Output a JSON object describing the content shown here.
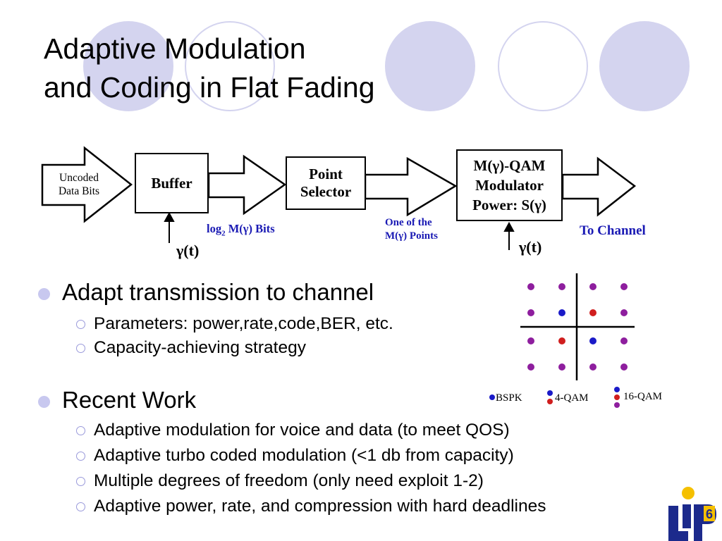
{
  "slide": {
    "title_line1": "Adaptive Modulation",
    "title_line2": "and Coding in Flat Fading"
  },
  "diagram": {
    "input_label_1": "Uncoded",
    "input_label_2": "Data Bits",
    "buffer": "Buffer",
    "selector_line1": "Point",
    "selector_line2": "Selector",
    "modulator_line1": "M(γ)-QAM",
    "modulator_line2": "Modulator",
    "modulator_line3": "Power: S(γ)",
    "bits_label_prefix": "log",
    "bits_label_sub": "2",
    "bits_label_suffix": " M(γ) Bits",
    "points_label_1": "One of the",
    "points_label_2": "M(γ) Points",
    "channel_label": "To Channel",
    "gamma_left": "γ(t)",
    "gamma_right": "γ(t)"
  },
  "constellation": {
    "legend": [
      "BSPK",
      "4-QAM",
      "16-QAM"
    ],
    "colors": {
      "purple": "#8e1e9e",
      "blue": "#1a1ac8",
      "red": "#d01e1e"
    }
  },
  "bullets": [
    {
      "text": "Adapt transmission to channel",
      "sub": [
        "Parameters: power,rate,code,BER, etc.",
        "Capacity-achieving strategy"
      ]
    },
    {
      "text": "Recent Work",
      "sub": [
        "Adaptive modulation for voice and data (to meet QOS)",
        "Adaptive turbo coded modulation (<1 db from capacity)",
        "Multiple degrees of freedom (only need exploit 1-2)",
        "Adaptive power, rate, and compression with hard deadlines"
      ]
    }
  ],
  "logo": {
    "text": "6"
  },
  "theme": {
    "circle_fill": "#d4d4ef",
    "bullet_color": "#c8c8ef",
    "diagram_blue": "#1a1ab4",
    "logo_blue": "#1c2a8c",
    "logo_yellow": "#f5c000"
  }
}
